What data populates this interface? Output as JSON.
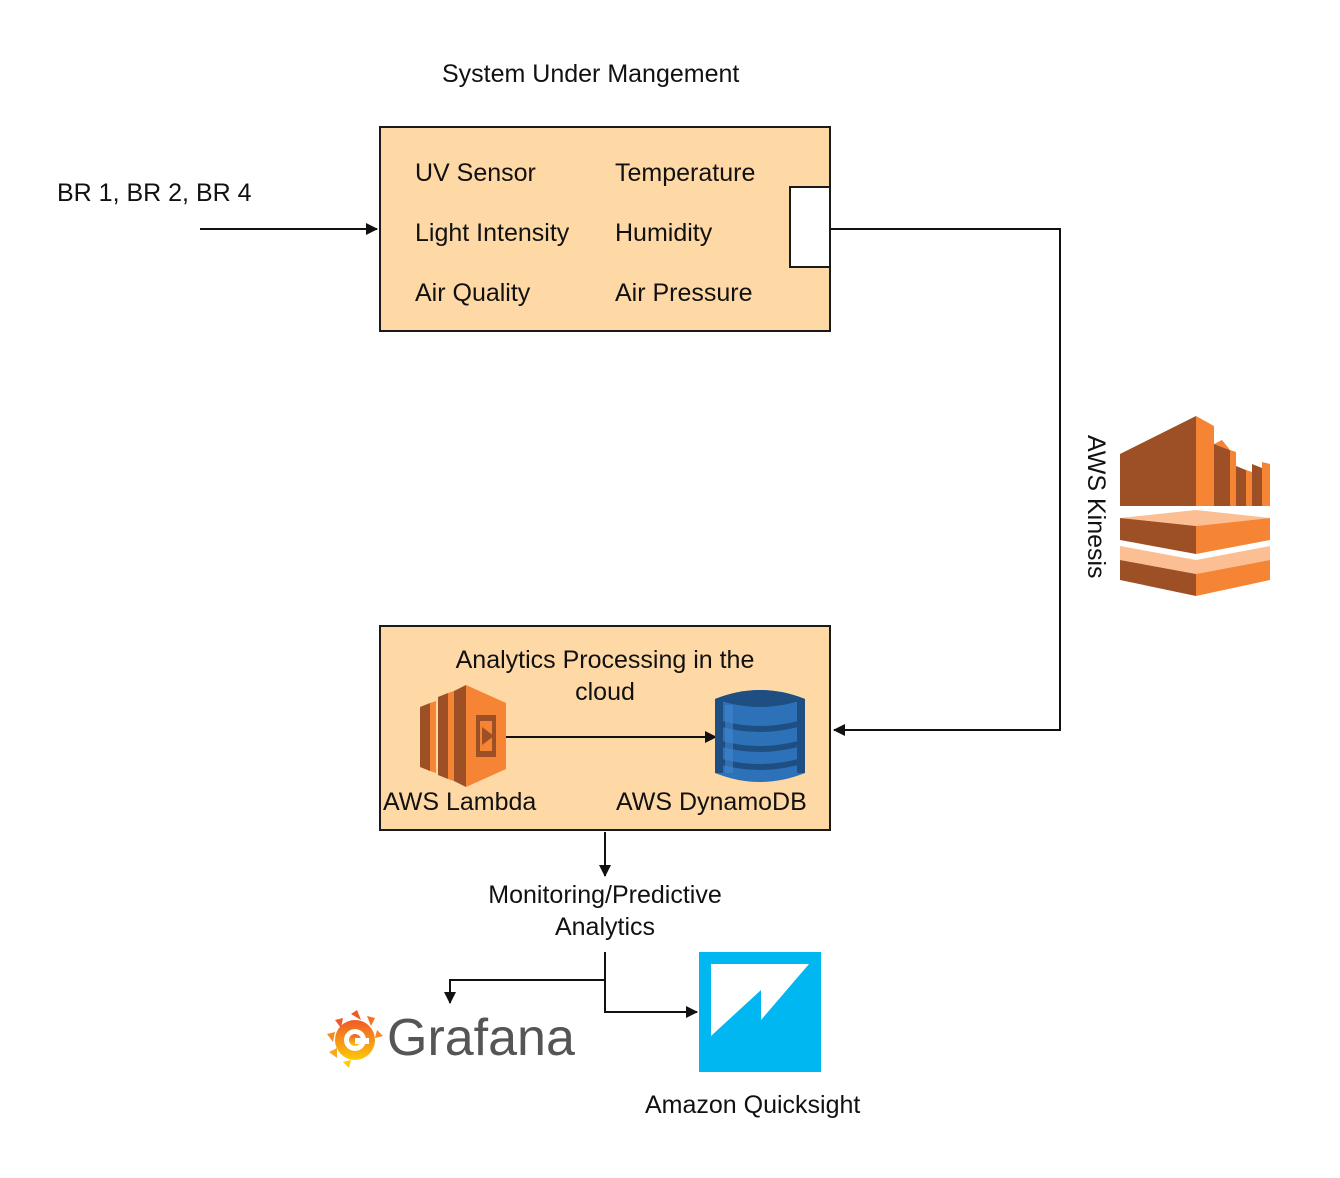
{
  "diagram": {
    "title": "System Under Mangement",
    "input_label": "BR 1, BR 2, BR 4",
    "system_box": {
      "sensors": [
        {
          "label": "UV Sensor"
        },
        {
          "label": "Temperature"
        },
        {
          "label": "Light Intensity"
        },
        {
          "label": "Humidity"
        },
        {
          "label": "Air Quality"
        },
        {
          "label": "Air Pressure"
        }
      ]
    },
    "kinesis": {
      "label": "AWS Kinesis",
      "icon": "aws-kinesis-icon"
    },
    "analytics_box": {
      "title": "Analytics Processing in the cloud",
      "lambda": {
        "label": "AWS Lambda",
        "icon": "aws-lambda-icon"
      },
      "dynamodb": {
        "label": "AWS DynamoDB",
        "icon": "aws-dynamodb-icon"
      }
    },
    "monitoring_label": "Monitoring/Predictive Analytics",
    "grafana": {
      "label": "Grafana",
      "icon": "grafana-logo-icon"
    },
    "quicksight": {
      "label": "Amazon Quicksight",
      "icon": "amazon-quicksight-icon"
    },
    "colors": {
      "box_fill": "#fed8a5",
      "aws_orange": "#f58534",
      "aws_orange_dark": "#9d5025",
      "aws_orange_light": "#fbbf93",
      "dynamo_blue": "#2d72b8",
      "dynamo_dark": "#1f4e82",
      "quicksight_blue": "#00b7f1",
      "grafana_gray": "#555557"
    }
  }
}
